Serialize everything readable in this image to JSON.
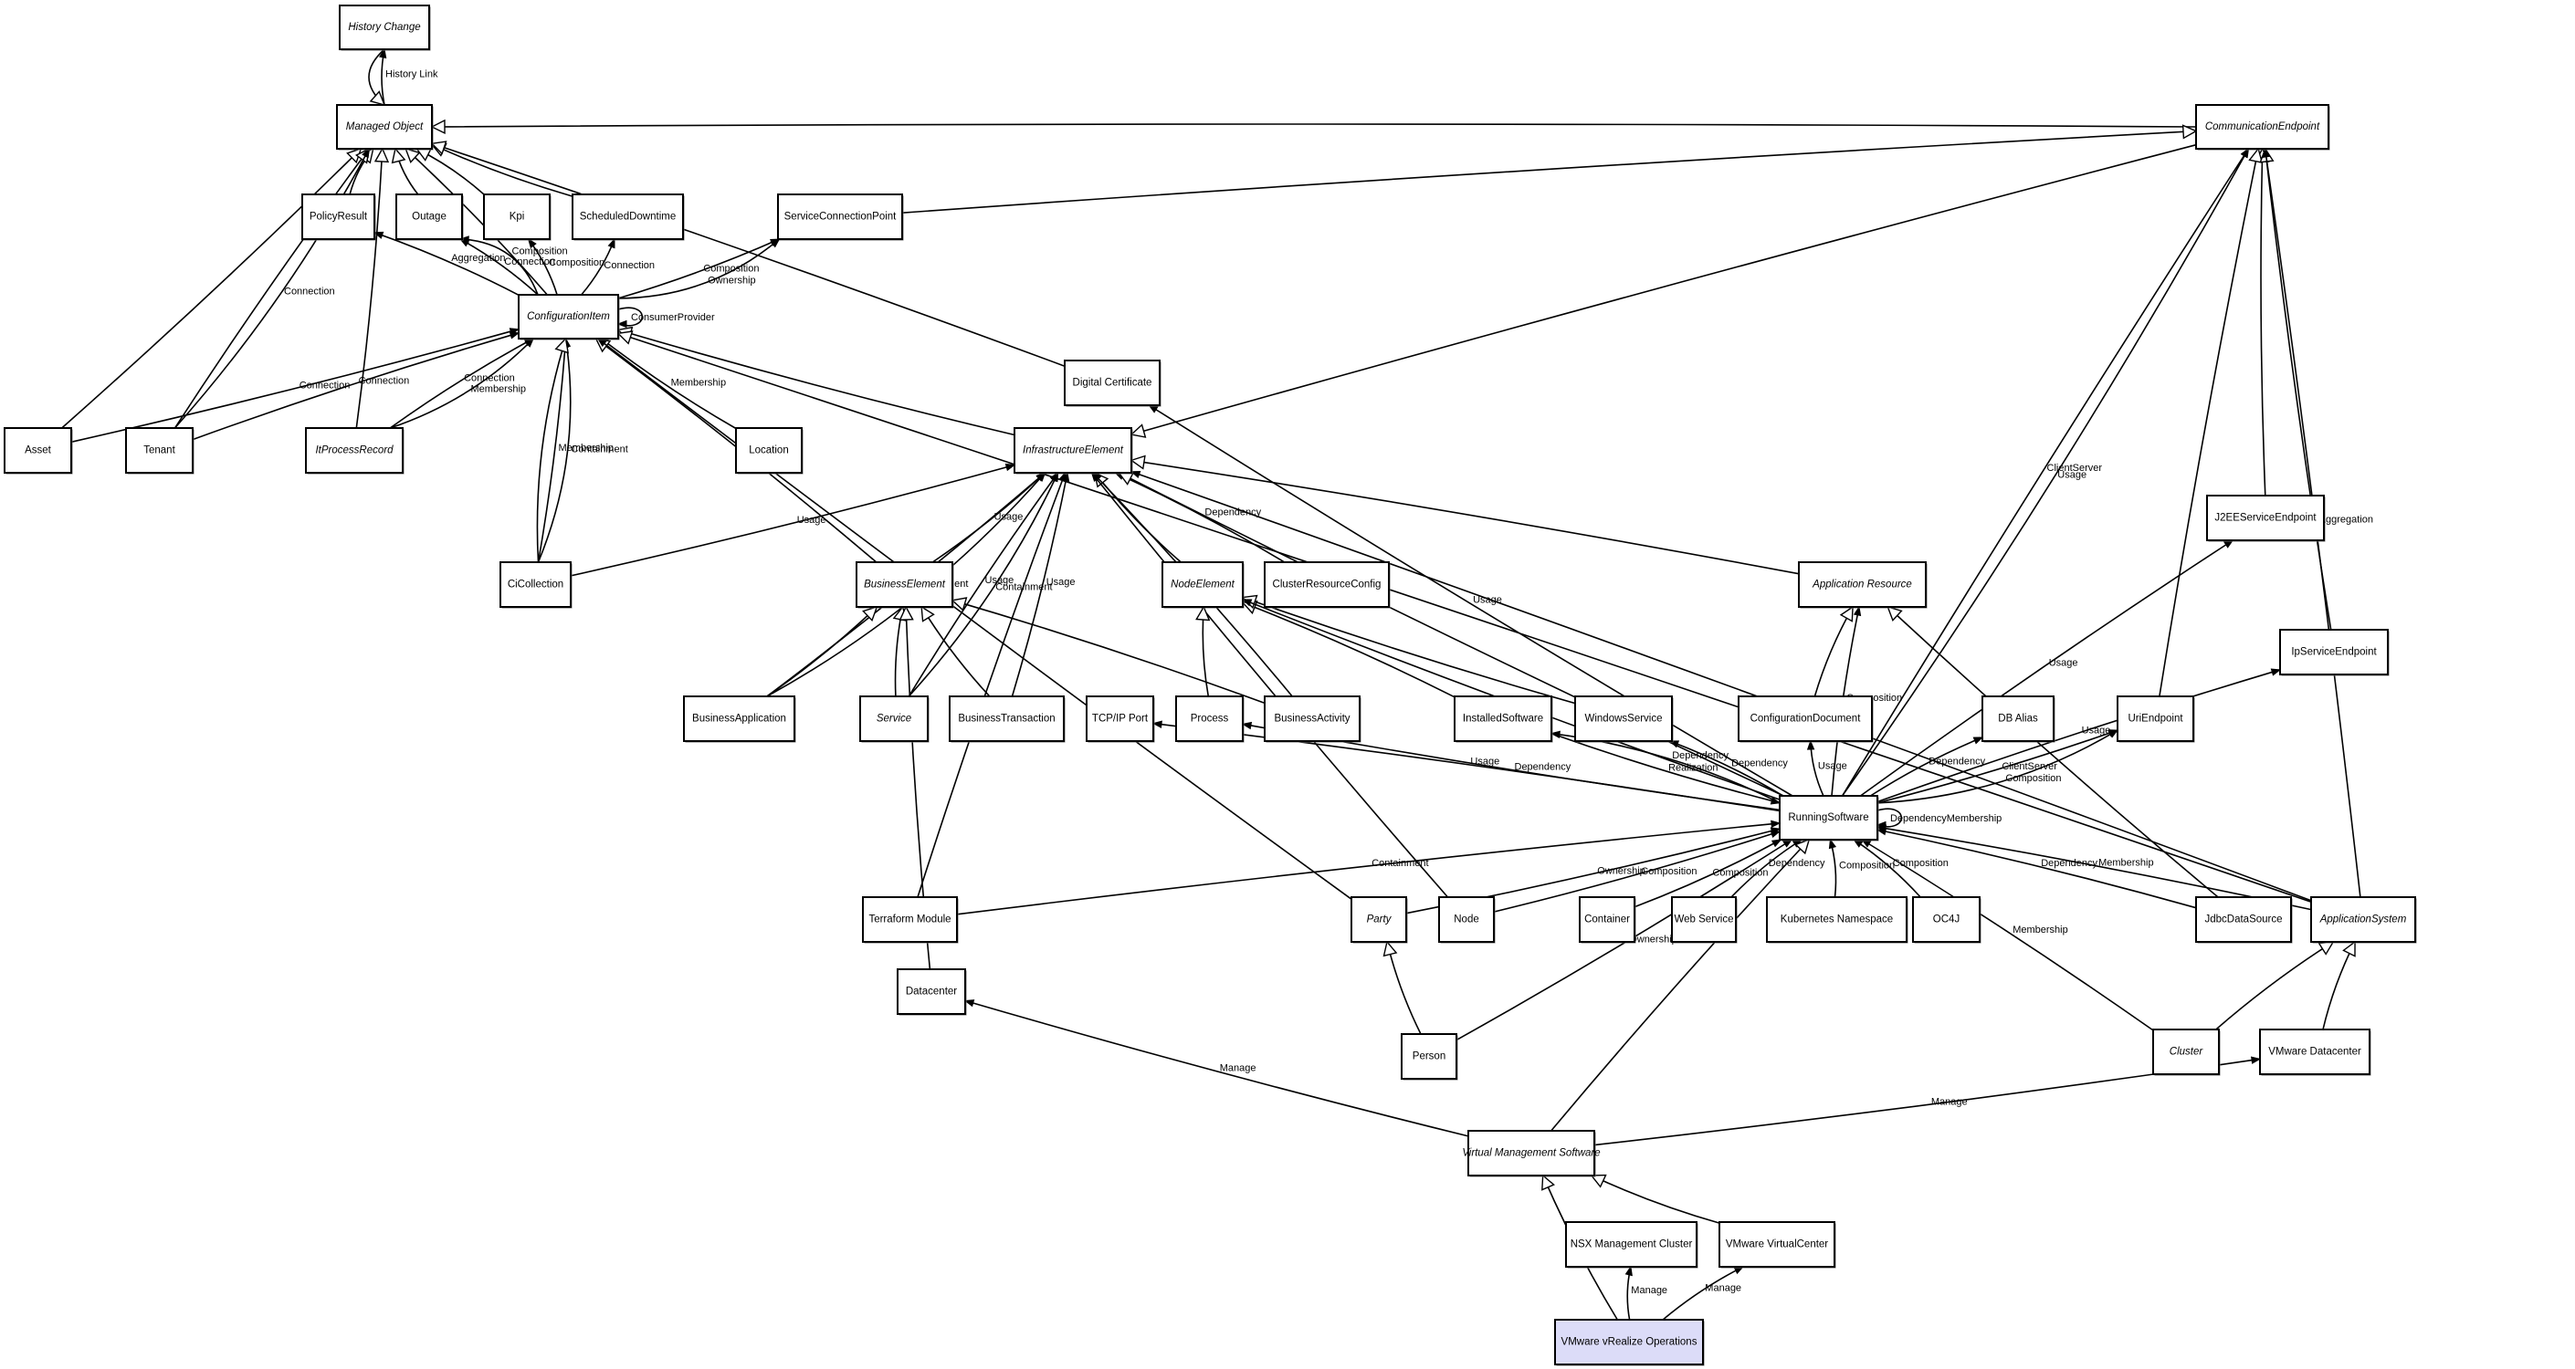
{
  "diagram": {
    "title": "CI Type Relationship Model",
    "highlight_color": "#dcdcf8",
    "nodes": [
      {
        "id": "history_change",
        "label": "History Change",
        "abstract": true
      },
      {
        "id": "managed_object",
        "label": "Managed Object",
        "abstract": true
      },
      {
        "id": "policy_result",
        "label": "PolicyResult",
        "abstract": false
      },
      {
        "id": "outage",
        "label": "Outage",
        "abstract": false
      },
      {
        "id": "kpi",
        "label": "Kpi",
        "abstract": false
      },
      {
        "id": "scheduled_downtime",
        "label": "ScheduledDowntime",
        "abstract": false
      },
      {
        "id": "service_connection_point",
        "label": "ServiceConnectionPoint",
        "abstract": false
      },
      {
        "id": "communication_endpoint",
        "label": "CommunicationEndpoint",
        "abstract": true
      },
      {
        "id": "configuration_item",
        "label": "ConfigurationItem",
        "abstract": true
      },
      {
        "id": "asset",
        "label": "Asset",
        "abstract": false
      },
      {
        "id": "tenant",
        "label": "Tenant",
        "abstract": false
      },
      {
        "id": "it_process_record",
        "label": "ItProcessRecord",
        "abstract": true
      },
      {
        "id": "location",
        "label": "Location",
        "abstract": false
      },
      {
        "id": "digital_certificate",
        "label": "Digital Certificate",
        "abstract": false
      },
      {
        "id": "infrastructure_element",
        "label": "InfrastructureElement",
        "abstract": true
      },
      {
        "id": "ci_collection",
        "label": "CiCollection",
        "abstract": false
      },
      {
        "id": "business_element",
        "label": "BusinessElement",
        "abstract": true
      },
      {
        "id": "node_element",
        "label": "NodeElement",
        "abstract": true
      },
      {
        "id": "cluster_resource_config",
        "label": "ClusterResourceConfig",
        "abstract": false
      },
      {
        "id": "application_resource",
        "label": "Application Resource",
        "abstract": true
      },
      {
        "id": "j2ee_service_endpoint",
        "label": "J2EEServiceEndpoint",
        "abstract": false
      },
      {
        "id": "ip_service_endpoint",
        "label": "IpServiceEndpoint",
        "abstract": false
      },
      {
        "id": "business_application",
        "label": "BusinessApplication",
        "abstract": false
      },
      {
        "id": "service",
        "label": "Service",
        "abstract": true
      },
      {
        "id": "business_transaction",
        "label": "BusinessTransaction",
        "abstract": false
      },
      {
        "id": "tcpip_port",
        "label": "TCP/IP Port",
        "abstract": false
      },
      {
        "id": "process",
        "label": "Process",
        "abstract": false
      },
      {
        "id": "business_activity",
        "label": "BusinessActivity",
        "abstract": false
      },
      {
        "id": "installed_software",
        "label": "InstalledSoftware",
        "abstract": false
      },
      {
        "id": "windows_service",
        "label": "WindowsService",
        "abstract": false
      },
      {
        "id": "configuration_document",
        "label": "ConfigurationDocument",
        "abstract": false
      },
      {
        "id": "db_alias",
        "label": "DB Alias",
        "abstract": false
      },
      {
        "id": "uri_endpoint",
        "label": "UriEndpoint",
        "abstract": false
      },
      {
        "id": "running_software",
        "label": "RunningSoftware",
        "abstract": false
      },
      {
        "id": "terraform_module",
        "label": "Terraform Module",
        "abstract": false
      },
      {
        "id": "party",
        "label": "Party",
        "abstract": true
      },
      {
        "id": "node",
        "label": "Node",
        "abstract": false
      },
      {
        "id": "container",
        "label": "Container",
        "abstract": false
      },
      {
        "id": "web_service",
        "label": "Web Service",
        "abstract": false
      },
      {
        "id": "kubernetes_namespace",
        "label": "Kubernetes Namespace",
        "abstract": false
      },
      {
        "id": "oc4j",
        "label": "OC4J",
        "abstract": false
      },
      {
        "id": "jdbc_data_source",
        "label": "JdbcDataSource",
        "abstract": false
      },
      {
        "id": "application_system",
        "label": "ApplicationSystem",
        "abstract": true
      },
      {
        "id": "datacenter",
        "label": "Datacenter",
        "abstract": false
      },
      {
        "id": "person",
        "label": "Person",
        "abstract": false
      },
      {
        "id": "cluster",
        "label": "Cluster",
        "abstract": true
      },
      {
        "id": "vmware_datacenter",
        "label": "VMware Datacenter",
        "abstract": false
      },
      {
        "id": "virtual_management_software",
        "label": "Virtual Management Software",
        "abstract": true
      },
      {
        "id": "nsx_management_cluster",
        "label": "NSX Management Cluster",
        "abstract": false
      },
      {
        "id": "vmware_virtualcenter",
        "label": "VMware VirtualCenter",
        "abstract": false
      },
      {
        "id": "vmware_vrealize_operations",
        "label": "VMware vRealize Operations",
        "abstract": false,
        "highlighted": true
      }
    ],
    "edges": [
      {
        "from": "managed_object",
        "to": "history_change",
        "label": "History Link",
        "kind": "assoc"
      },
      {
        "from": "history_change",
        "to": "managed_object",
        "label": "",
        "kind": "inherit"
      },
      {
        "from": "policy_result",
        "to": "managed_object",
        "label": "",
        "kind": "inherit"
      },
      {
        "from": "outage",
        "to": "managed_object",
        "label": "",
        "kind": "inherit"
      },
      {
        "from": "kpi",
        "to": "managed_object",
        "label": "",
        "kind": "inherit"
      },
      {
        "from": "scheduled_downtime",
        "to": "managed_object",
        "label": "",
        "kind": "inherit"
      },
      {
        "from": "configuration_item",
        "to": "managed_object",
        "label": "",
        "kind": "inherit"
      },
      {
        "from": "asset",
        "to": "managed_object",
        "label": "",
        "kind": "inherit"
      },
      {
        "from": "tenant",
        "to": "managed_object",
        "label": "",
        "kind": "inherit"
      },
      {
        "from": "it_process_record",
        "to": "managed_object",
        "label": "",
        "kind": "inherit"
      },
      {
        "from": "digital_certificate",
        "to": "managed_object",
        "label": "",
        "kind": "inherit"
      },
      {
        "from": "communication_endpoint",
        "to": "managed_object",
        "label": "",
        "kind": "inherit"
      },
      {
        "from": "tenant",
        "to": "managed_object",
        "label": "Connection",
        "kind": "assoc"
      },
      {
        "from": "configuration_item",
        "to": "policy_result",
        "label": "Aggregation",
        "kind": "assoc"
      },
      {
        "from": "configuration_item",
        "to": "outage",
        "label": "Connection",
        "kind": "assoc"
      },
      {
        "from": "configuration_item",
        "to": "outage",
        "label": "Composition",
        "kind": "assoc"
      },
      {
        "from": "configuration_item",
        "to": "kpi",
        "label": "Composition",
        "kind": "assoc"
      },
      {
        "from": "configuration_item",
        "to": "scheduled_downtime",
        "label": "Connection",
        "kind": "assoc"
      },
      {
        "from": "configuration_item",
        "to": "service_connection_point",
        "label": "Composition",
        "kind": "assoc"
      },
      {
        "from": "configuration_item",
        "to": "service_connection_point",
        "label": "Ownership",
        "kind": "assoc"
      },
      {
        "from": "service_connection_point",
        "to": "communication_endpoint",
        "label": "",
        "kind": "inherit"
      },
      {
        "from": "configuration_item",
        "to": "configuration_item",
        "label": "ConsumerProvider",
        "kind": "self"
      },
      {
        "from": "asset",
        "to": "configuration_item",
        "label": "Connection",
        "kind": "assoc"
      },
      {
        "from": "tenant",
        "to": "configuration_item",
        "label": "Connection",
        "kind": "assoc"
      },
      {
        "from": "it_process_record",
        "to": "configuration_item",
        "label": "Connection",
        "kind": "assoc"
      },
      {
        "from": "it_process_record",
        "to": "configuration_item",
        "label": "Membership",
        "kind": "assoc"
      },
      {
        "from": "location",
        "to": "configuration_item",
        "label": "Membership",
        "kind": "assoc"
      },
      {
        "from": "ci_collection",
        "to": "configuration_item",
        "label": "Membership",
        "kind": "assoc"
      },
      {
        "from": "ci_collection",
        "to": "configuration_item",
        "label": "Containment",
        "kind": "assoc"
      },
      {
        "from": "ci_collection",
        "to": "configuration_item",
        "label": "",
        "kind": "inherit"
      },
      {
        "from": "business_element",
        "to": "configuration_item",
        "label": "",
        "kind": "inherit"
      },
      {
        "from": "infrastructure_element",
        "to": "configuration_item",
        "label": "",
        "kind": "inherit"
      },
      {
        "from": "application_system",
        "to": "configuration_item",
        "label": "",
        "kind": "inherit"
      },
      {
        "from": "communication_endpoint",
        "to": "infrastructure_element",
        "label": "",
        "kind": "inherit"
      },
      {
        "from": "ci_collection",
        "to": "infrastructure_element",
        "label": "Usage",
        "kind": "assoc"
      },
      {
        "from": "business_element",
        "to": "infrastructure_element",
        "label": "Usage",
        "kind": "assoc"
      },
      {
        "from": "business_application",
        "to": "infrastructure_element",
        "label": "Containment",
        "kind": "assoc"
      },
      {
        "from": "business_application",
        "to": "infrastructure_element",
        "label": "Usage",
        "kind": "assoc"
      },
      {
        "from": "service",
        "to": "infrastructure_element",
        "label": "Usage",
        "kind": "assoc"
      },
      {
        "from": "service",
        "to": "infrastructure_element",
        "label": "Containment",
        "kind": "assoc"
      },
      {
        "from": "node_element",
        "to": "infrastructure_element",
        "label": "",
        "kind": "inherit"
      },
      {
        "from": "cluster_resource_config",
        "to": "infrastructure_element",
        "label": "Dependency",
        "kind": "assoc"
      },
      {
        "from": "business_transaction",
        "to": "infrastructure_element",
        "label": "Usage",
        "kind": "assoc"
      },
      {
        "from": "business_activity",
        "to": "infrastructure_element",
        "label": "Usage",
        "kind": "assoc"
      },
      {
        "from": "application_resource",
        "to": "infrastructure_element",
        "label": "",
        "kind": "inherit"
      },
      {
        "from": "running_software",
        "to": "infrastructure_element",
        "label": "",
        "kind": "inherit"
      },
      {
        "from": "terraform_module",
        "to": "infrastructure_element",
        "label": "",
        "kind": "assoc"
      },
      {
        "from": "node",
        "to": "infrastructure_element",
        "label": "",
        "kind": "assoc"
      },
      {
        "from": "application_system",
        "to": "infrastructure_element",
        "label": "",
        "kind": "assoc"
      },
      {
        "from": "running_software",
        "to": "digital_certificate",
        "label": "Usage",
        "kind": "assoc"
      },
      {
        "from": "business_application",
        "to": "business_element",
        "label": "",
        "kind": "inherit"
      },
      {
        "from": "service",
        "to": "business_element",
        "label": "",
        "kind": "inherit"
      },
      {
        "from": "business_transaction",
        "to": "business_element",
        "label": "",
        "kind": "inherit"
      },
      {
        "from": "business_activity",
        "to": "business_element",
        "label": "",
        "kind": "inherit"
      },
      {
        "from": "datacenter",
        "to": "business_element",
        "label": "",
        "kind": "inherit"
      },
      {
        "from": "party",
        "to": "configuration_item",
        "label": "",
        "kind": "assoc"
      },
      {
        "from": "process",
        "to": "node_element",
        "label": "",
        "kind": "inherit"
      },
      {
        "from": "installed_software",
        "to": "node_element",
        "label": "",
        "kind": "inherit"
      },
      {
        "from": "windows_service",
        "to": "node_element",
        "label": "",
        "kind": "inherit"
      },
      {
        "from": "running_software",
        "to": "node_element",
        "label": "Usage",
        "kind": "assoc"
      },
      {
        "from": "configuration_document",
        "to": "application_resource",
        "label": "",
        "kind": "inherit"
      },
      {
        "from": "running_software",
        "to": "application_resource",
        "label": "Composition",
        "kind": "assoc"
      },
      {
        "from": "jdbc_data_source",
        "to": "application_resource",
        "label": "",
        "kind": "inherit"
      },
      {
        "from": "j2ee_service_endpoint",
        "to": "communication_endpoint",
        "label": "",
        "kind": "inherit"
      },
      {
        "from": "uri_endpoint",
        "to": "communication_endpoint",
        "label": "",
        "kind": "inherit"
      },
      {
        "from": "ip_service_endpoint",
        "to": "communication_endpoint",
        "label": "",
        "kind": "inherit"
      },
      {
        "from": "running_software",
        "to": "communication_endpoint",
        "label": "ClientServer",
        "kind": "assoc"
      },
      {
        "from": "running_software",
        "to": "communication_endpoint",
        "label": "Usage",
        "kind": "assoc"
      },
      {
        "from": "running_software",
        "to": "j2ee_service_endpoint",
        "label": "Usage",
        "kind": "assoc"
      },
      {
        "from": "running_software",
        "to": "ip_service_endpoint",
        "label": "Usage",
        "kind": "assoc"
      },
      {
        "from": "running_software",
        "to": "tcpip_port",
        "label": "Usage",
        "kind": "assoc"
      },
      {
        "from": "running_software",
        "to": "process",
        "label": "Dependency",
        "kind": "assoc"
      },
      {
        "from": "installed_software",
        "to": "running_software",
        "label": "Realization",
        "kind": "assoc"
      },
      {
        "from": "running_software",
        "to": "installed_software",
        "label": "Dependency",
        "kind": "assoc"
      },
      {
        "from": "running_software",
        "to": "windows_service",
        "label": "Dependency",
        "kind": "assoc"
      },
      {
        "from": "running_software",
        "to": "configuration_document",
        "label": "Usage",
        "kind": "assoc"
      },
      {
        "from": "running_software",
        "to": "db_alias",
        "label": "Dependency",
        "kind": "assoc"
      },
      {
        "from": "running_software",
        "to": "uri_endpoint",
        "label": "ClientServer",
        "kind": "assoc"
      },
      {
        "from": "running_software",
        "to": "uri_endpoint",
        "label": "Composition",
        "kind": "assoc"
      },
      {
        "from": "running_software",
        "to": "running_software",
        "label": "DependencyMembership",
        "kind": "self"
      },
      {
        "from": "terraform_module",
        "to": "running_software",
        "label": "Containment",
        "kind": "assoc"
      },
      {
        "from": "party",
        "to": "running_software",
        "label": "Ownership",
        "kind": "assoc"
      },
      {
        "from": "node",
        "to": "running_software",
        "label": "Composition",
        "kind": "assoc"
      },
      {
        "from": "container",
        "to": "running_software",
        "label": "Composition",
        "kind": "assoc"
      },
      {
        "from": "web_service",
        "to": "running_software",
        "label": "Dependency",
        "kind": "assoc"
      },
      {
        "from": "kubernetes_namespace",
        "to": "running_software",
        "label": "Composition",
        "kind": "assoc"
      },
      {
        "from": "oc4j",
        "to": "running_software",
        "label": "Composition",
        "kind": "assoc"
      },
      {
        "from": "person",
        "to": "running_software",
        "label": "Ownership",
        "kind": "assoc"
      },
      {
        "from": "jdbc_data_source",
        "to": "running_software",
        "label": "Dependency",
        "kind": "assoc"
      },
      {
        "from": "application_system",
        "to": "running_software",
        "label": "Membership",
        "kind": "assoc"
      },
      {
        "from": "cluster",
        "to": "running_software",
        "label": "Membership",
        "kind": "assoc"
      },
      {
        "from": "virtual_management_software",
        "to": "running_software",
        "label": "",
        "kind": "inherit"
      },
      {
        "from": "application_system",
        "to": "communication_endpoint",
        "label": "Aggregation",
        "kind": "assoc"
      },
      {
        "from": "person",
        "to": "party",
        "label": "",
        "kind": "inherit"
      },
      {
        "from": "cluster",
        "to": "application_system",
        "label": "",
        "kind": "inherit"
      },
      {
        "from": "vmware_datacenter",
        "to": "application_system",
        "label": "",
        "kind": "inherit"
      },
      {
        "from": "virtual_management_software",
        "to": "datacenter",
        "label": "Manage",
        "kind": "assoc"
      },
      {
        "from": "virtual_management_software",
        "to": "vmware_datacenter",
        "label": "Manage",
        "kind": "assoc"
      },
      {
        "from": "vmware_vrealize_operations",
        "to": "virtual_management_software",
        "label": "",
        "kind": "inherit"
      },
      {
        "from": "vmware_virtualcenter",
        "to": "virtual_management_software",
        "label": "",
        "kind": "inherit"
      },
      {
        "from": "vmware_vrealize_operations",
        "to": "nsx_management_cluster",
        "label": "Manage",
        "kind": "assoc"
      },
      {
        "from": "vmware_vrealize_operations",
        "to": "vmware_virtualcenter",
        "label": "Manage",
        "kind": "assoc"
      }
    ]
  }
}
